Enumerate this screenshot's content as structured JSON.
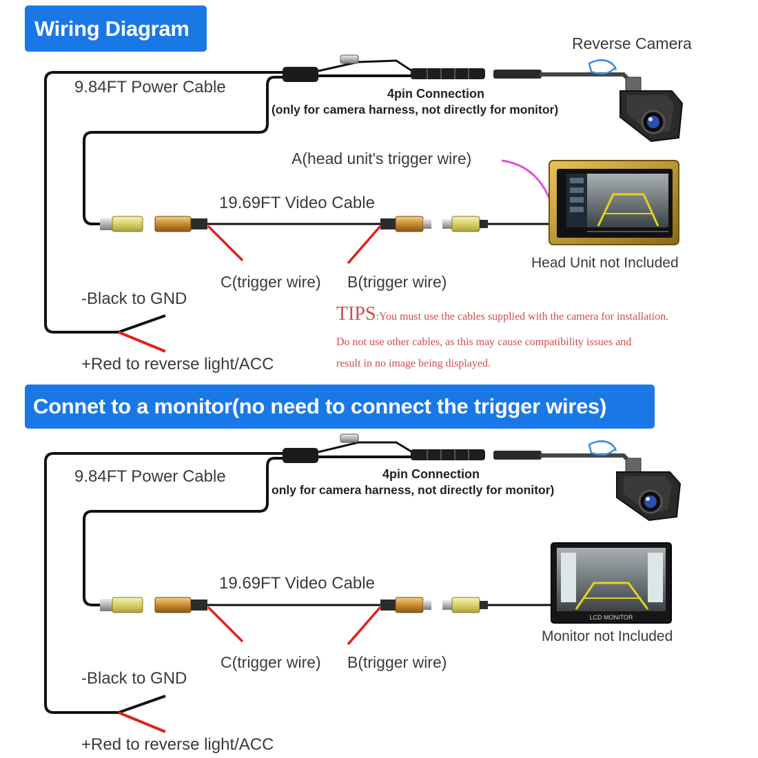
{
  "wiring": {
    "title": "Wiring Diagram",
    "reverse_camera": "Reverse Camera",
    "power_cable": "9.84FT Power Cable",
    "fourpin_title": "4pin Connection",
    "fourpin_note": "(only for camera harness, not directly for monitor)",
    "trigger_a": "A(head unit's trigger wire)",
    "video_cable": "19.69FT Video Cable",
    "head_unit": "Head Unit not Included",
    "trigger_c": "C(trigger wire)",
    "trigger_b": "B(trigger wire)",
    "black_gnd": "-Black to GND",
    "red_acc": "+Red to reverse light/ACC",
    "tips_label": "TIPS",
    "tips_line1": ":You must use the cables supplied with the camera for installation.",
    "tips_line2": "Do not use other cables, as this may cause compatibility issues and",
    "tips_line3": "result in no image being displayed."
  },
  "monitor": {
    "title": "Connet to a monitor(no need to connect the trigger wires)",
    "power_cable": "9.84FT Power Cable",
    "fourpin_title": "4pin Connection",
    "fourpin_note": "only for camera harness, not directly for monitor)",
    "video_cable": "19.69FT Video Cable",
    "monitor_label": "Monitor not Included",
    "screen_text": "LCD MONITOR",
    "trigger_c": "C(trigger wire)",
    "trigger_b": "B(trigger wire)",
    "black_gnd": "-Black to GND",
    "red_acc": "+Red to reverse light/ACC"
  },
  "colors": {
    "banner": "#1a78e6",
    "wire": "#111111",
    "red_wire": "#e0211c",
    "trigger_a_wire": "#e14fd8",
    "tips": "#d44a4a",
    "rca_yellow": "#e6e08a",
    "rca_gold": "#d8a545"
  }
}
